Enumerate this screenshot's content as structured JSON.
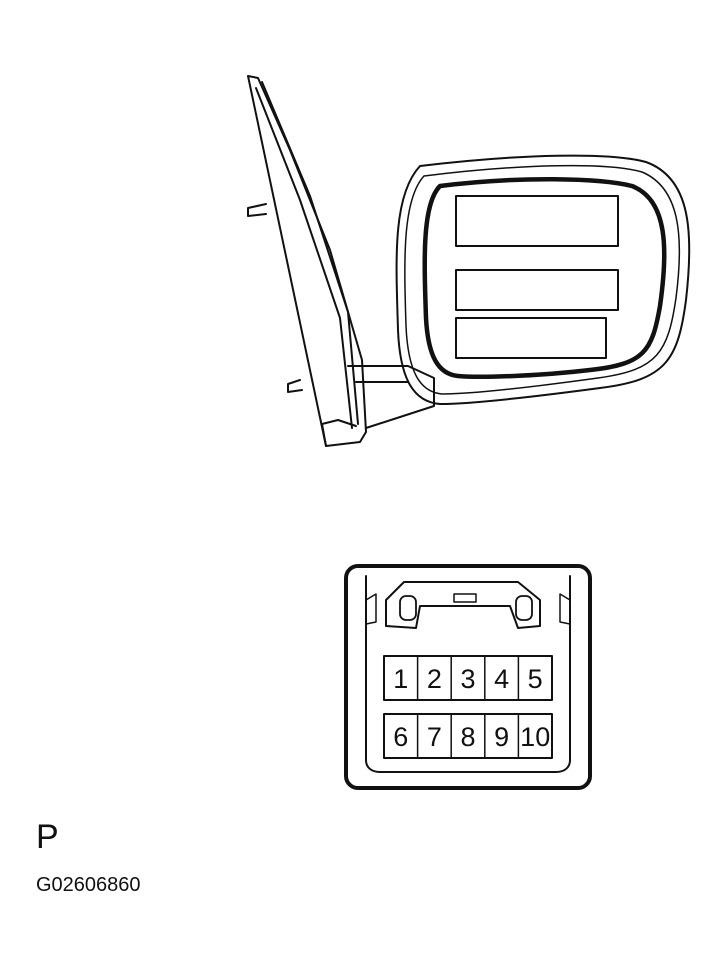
{
  "connector": {
    "letter": "P",
    "pins_top": [
      "1",
      "2",
      "3",
      "4",
      "5"
    ],
    "pins_bottom": [
      "6",
      "7",
      "8",
      "9",
      "10"
    ]
  },
  "figure_code": "G02606860"
}
